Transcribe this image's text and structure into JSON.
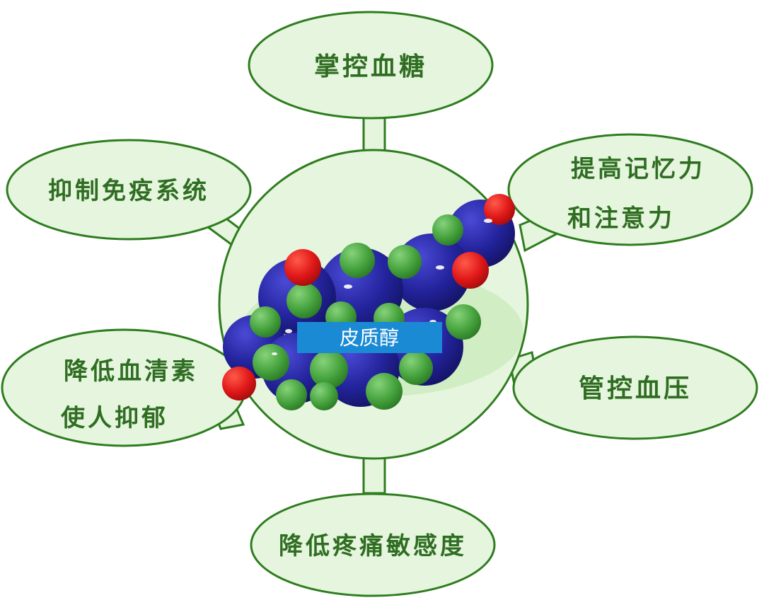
{
  "center": {
    "label": "皮质醇"
  },
  "effects": [
    {
      "id": "top",
      "lines": [
        "掌控血糖"
      ]
    },
    {
      "id": "upper-left",
      "lines": [
        "抑制免疫系统"
      ]
    },
    {
      "id": "upper-right",
      "lines": [
        "提高记忆力",
        "和注意力"
      ]
    },
    {
      "id": "lower-left",
      "lines": [
        "降低血清素",
        "使人抑郁"
      ]
    },
    {
      "id": "lower-right",
      "lines": [
        "管控血压"
      ]
    },
    {
      "id": "bottom",
      "lines": [
        "降低疼痛敏感度"
      ]
    }
  ],
  "colors": {
    "bubble_fill": "#e6f5de",
    "bubble_stroke": "#2e7d1f",
    "text": "#2f6e22",
    "molecule_blue": "#22229a",
    "molecule_green": "#4caf45",
    "molecule_red": "#e01818",
    "label_bg": "#1a8ad4"
  }
}
